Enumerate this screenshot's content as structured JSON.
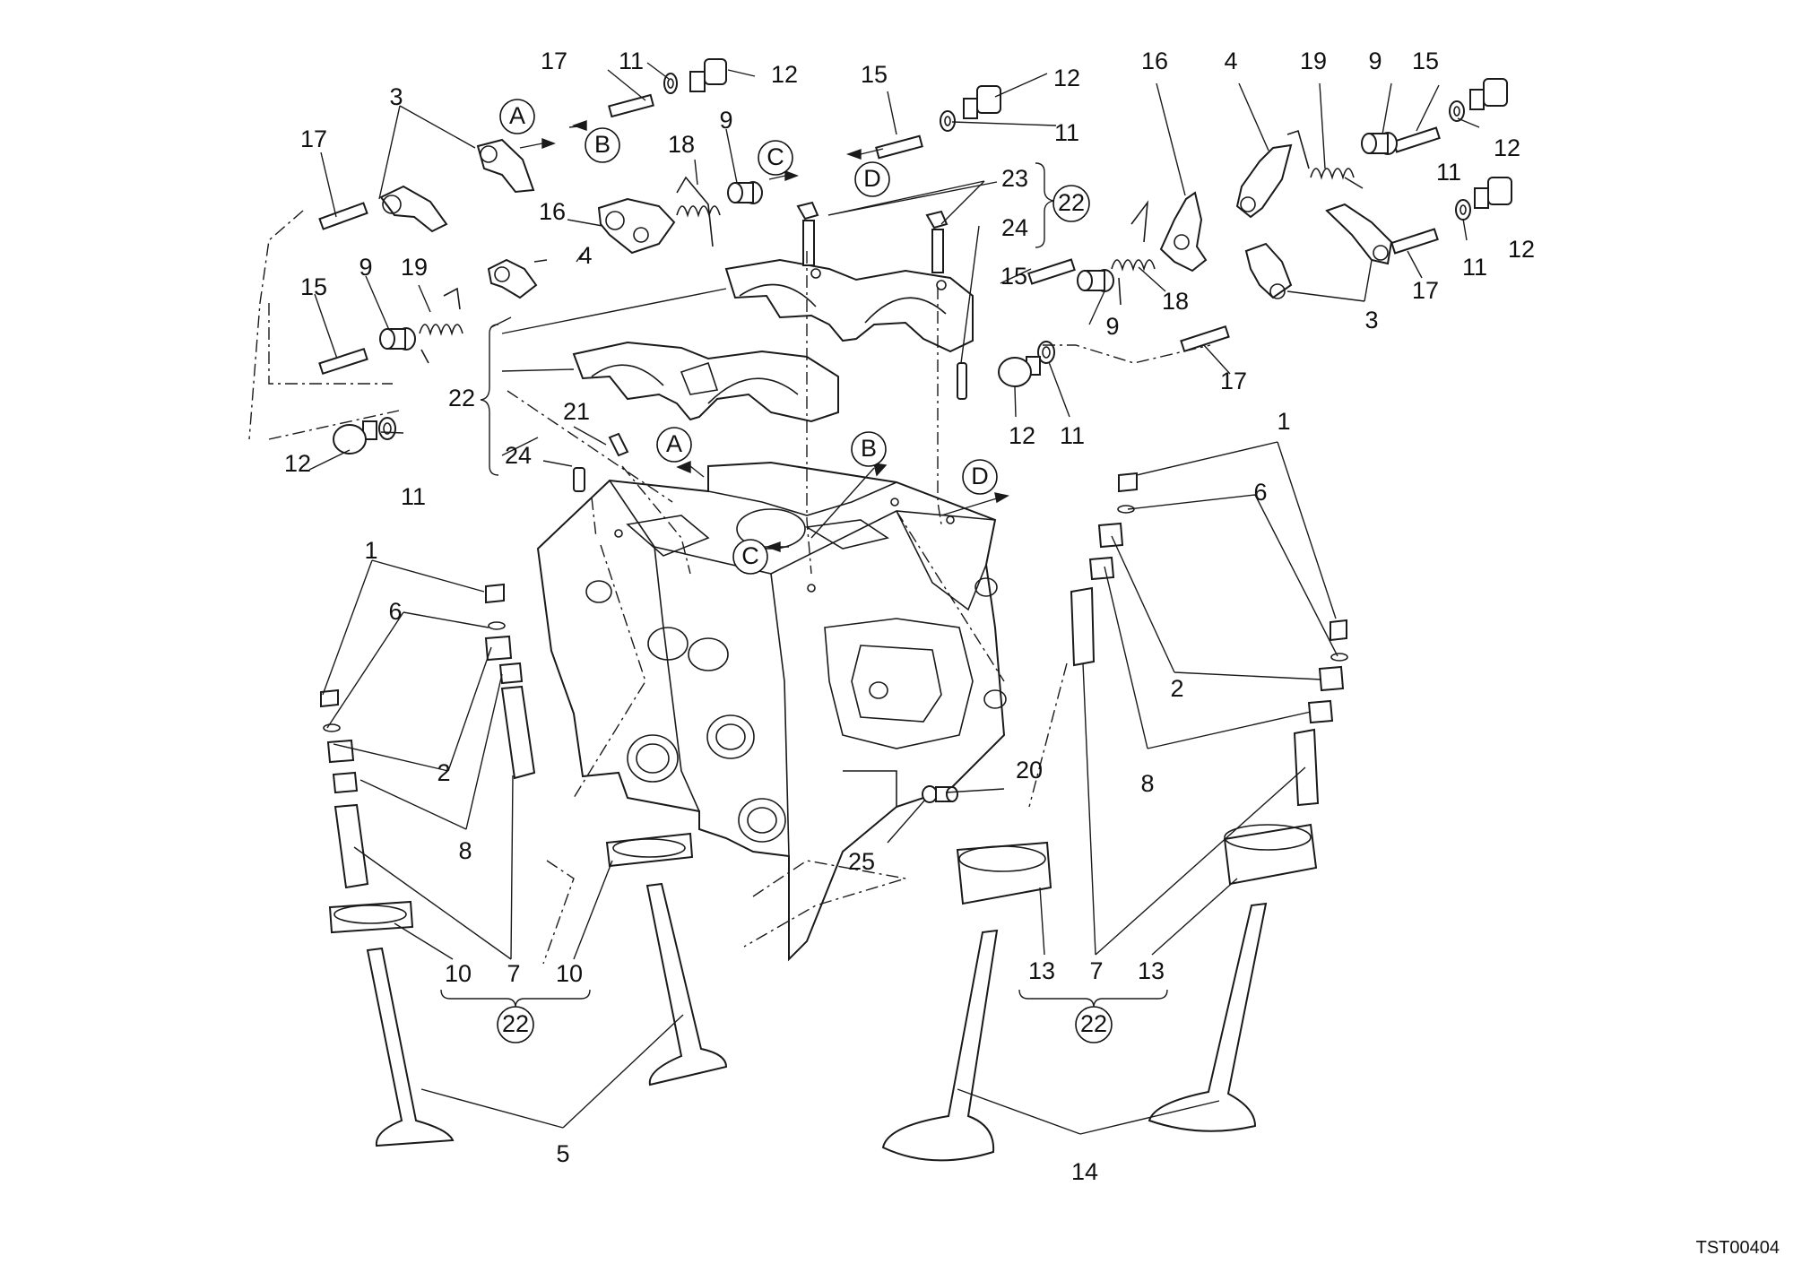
{
  "diagram": {
    "drawing_code": "TST00404",
    "callouts": {
      "p1_left": "1",
      "p1_right": "1",
      "p2_left": "2",
      "p2_right": "2",
      "p3_left": "3",
      "p3_right": "3",
      "p4_left": "4",
      "p4_right": "4",
      "p5": "5",
      "p6_left": "6",
      "p6_right": "6",
      "p7_left": "7",
      "p7_right": "7",
      "p8_left": "8",
      "p8_right": "8",
      "p9_a": "9",
      "p9_b": "9",
      "p9_c": "9",
      "p9_d": "9",
      "p10_a": "10",
      "p10_b": "10",
      "p11_a": "11",
      "p11_b": "11",
      "p11_c": "11",
      "p11_d": "11",
      "p11_e": "11",
      "p11_f": "11",
      "p12_a": "12",
      "p12_b": "12",
      "p12_c": "12",
      "p12_d": "12",
      "p12_e": "12",
      "p12_f": "12",
      "p13_a": "13",
      "p13_b": "13",
      "p14": "14",
      "p15_a": "15",
      "p15_b": "15",
      "p15_c": "15",
      "p15_d": "15",
      "p16_left": "16",
      "p16_right": "16",
      "p17_a": "17",
      "p17_b": "17",
      "p17_c": "17",
      "p17_d": "17",
      "p18_left": "18",
      "p18_right": "18",
      "p19_left": "19",
      "p19_right": "19",
      "p20": "20",
      "p21": "21",
      "p22_bracket": "22",
      "p23": "23",
      "p24_a": "24",
      "p24_b": "24",
      "p25": "25"
    },
    "circled": {
      "kit_caps": "22",
      "kit_left": "22",
      "kit_right": "22",
      "ref_a_top": "A",
      "ref_b_top": "B",
      "ref_c_top": "C",
      "ref_d_top": "D",
      "ref_a_head": "A",
      "ref_b_head": "B",
      "ref_c_head": "C",
      "ref_d_head": "D"
    }
  }
}
